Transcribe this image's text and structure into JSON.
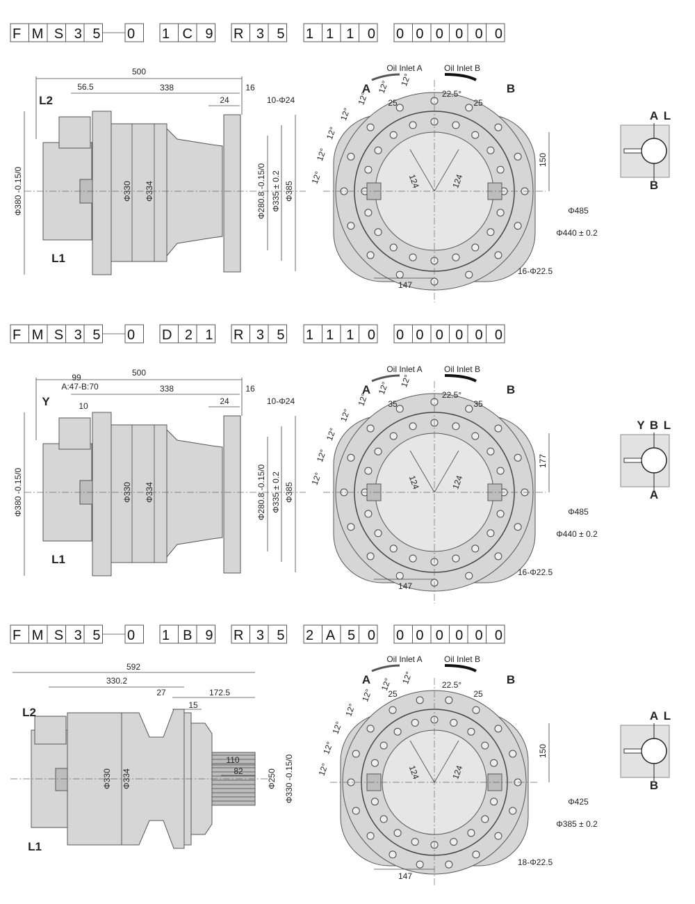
{
  "angle_label": "12°",
  "colors": {
    "housing": "#d6d6d6",
    "line": "#444444",
    "background": "#ffffff"
  },
  "sections": [
    {
      "code": [
        "FMS35",
        "0",
        "1C9",
        "R35",
        "1110",
        "000000"
      ],
      "side": {
        "overall": "500",
        "d1": "56.5",
        "d2": "338",
        "d3": "16",
        "d4": "24",
        "holes": "10-Φ24",
        "port_top": "L2",
        "port_bottom": "L1",
        "dia_mount": "Φ380 -0.15/0",
        "dia_body1": "Φ330",
        "dia_body2": "Φ334",
        "dia_pilot": "Φ280.8 -0.15/0",
        "dia_bolt": "Φ335 ± 0.2",
        "dia_flange": "Φ385"
      },
      "front": {
        "inlet_a": "Oil Inlet A",
        "inlet_b": "Oil Inlet B",
        "port_a": "A",
        "port_b": "B",
        "angle": "22.5°",
        "offset_a": "25",
        "offset_b": "25",
        "radius_a": "124",
        "radius_b": "124",
        "height": "150",
        "dia_outer": "Φ485",
        "dia_bolt": "Φ440 ± 0.2",
        "width": "147",
        "holes": "16-Φ22.5"
      },
      "schematic": {
        "top": [
          "A",
          "L"
        ],
        "bottom": "B"
      }
    },
    {
      "code": [
        "FMS35",
        "0",
        "D21",
        "R35",
        "1110",
        "000000"
      ],
      "side": {
        "overall": "500",
        "d1": "99",
        "d1b": "A:47-B:70",
        "d1c": "10",
        "d2": "338",
        "d3": "16",
        "d4": "24",
        "holes": "10-Φ24",
        "port_top": "Y",
        "port_bottom": "L1",
        "dia_mount": "Φ380 -0.15/0",
        "dia_body1": "Φ330",
        "dia_body2": "Φ334",
        "dia_pilot": "Φ280.8 -0.15/0",
        "dia_bolt": "Φ335 ± 0.2",
        "dia_flange": "Φ385"
      },
      "front": {
        "inlet_a": "Oil Inlet A",
        "inlet_b": "Oil Inlet B",
        "port_a": "A",
        "port_b": "B",
        "angle": "22.5°",
        "offset_a": "35",
        "offset_b": "35",
        "radius_a": "124",
        "radius_b": "124",
        "height": "177",
        "dia_outer": "Φ485",
        "dia_bolt": "Φ440 ± 0.2",
        "width": "147",
        "holes": "16-Φ22.5"
      },
      "schematic": {
        "top": [
          "Y",
          "B",
          "L"
        ],
        "bottom": "A"
      }
    },
    {
      "code": [
        "FMS35",
        "0",
        "1B9",
        "R35",
        "2A50",
        "000000"
      ],
      "side": {
        "overall": "592",
        "d1": "330.2",
        "d2": "172.5",
        "d3": "15",
        "d4": "27",
        "d5": "110",
        "d6": "82",
        "port_top": "L2",
        "port_bottom": "L1",
        "dia_body1": "Φ330",
        "dia_body2": "Φ334",
        "dia_spline": "Φ250",
        "dia_flange": "Φ330 -0.15/0"
      },
      "front": {
        "inlet_a": "Oil Inlet A",
        "inlet_b": "Oil Inlet B",
        "port_a": "A",
        "port_b": "B",
        "angle": "22.5°",
        "offset_a": "25",
        "offset_b": "25",
        "radius_a": "124",
        "radius_b": "124",
        "height": "150",
        "dia_outer": "Φ425",
        "dia_bolt": "Φ385 ± 0.2",
        "width": "147",
        "holes": "18-Φ22.5"
      },
      "schematic": {
        "top": [
          "A",
          "L"
        ],
        "bottom": "B"
      }
    }
  ]
}
